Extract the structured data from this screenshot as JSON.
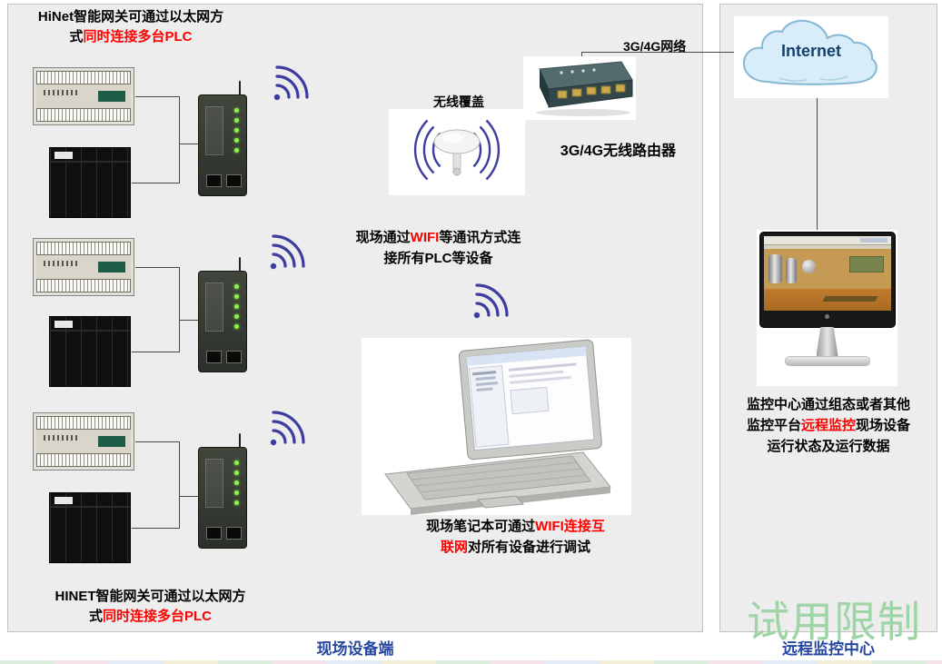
{
  "left_panel": {
    "top_note": {
      "line1": "HiNet智能网关可通过以太网方",
      "line2_black": "式",
      "line2_red": "同时连接多台PLC"
    },
    "coverage_label": "无线覆盖",
    "router_label": "3G/4G无线路由器",
    "network_link_label": "3G/4G网络",
    "wifi_note": {
      "line1_black1": "现场通过",
      "line1_red": "WIFI",
      "line1_black2": "等通讯方式连",
      "line2": "接所有PLC等设备"
    },
    "laptop_note": {
      "line1_black": "现场笔记本可通过",
      "line1_red": "WIFI连接互",
      "line2_red": "联网",
      "line2_black": "对所有设备进行调试"
    },
    "bottom_note": {
      "line1": "HINET智能网关可通过以太网方",
      "line2_black": "式",
      "line2_red": "同时连接多台PLC"
    },
    "footer_label": "现场设备端"
  },
  "right_panel": {
    "internet_label": "Internet",
    "monitor_note": {
      "line1": "监控中心通过组态或者其他",
      "line2_black1": "监控平台",
      "line2_red": "远程监控",
      "line2_black2": "现场设备",
      "line3": "运行状态及运行数据"
    },
    "watermark": "试用限制",
    "footer_label": "远程监控中心"
  },
  "colors": {
    "accent_red": "#ff0000",
    "footer_blue": "#2547a0",
    "watermark_green": "#9fd4a6",
    "panel_bg": "#ededed",
    "wifi_blue": "#3d3da0"
  }
}
